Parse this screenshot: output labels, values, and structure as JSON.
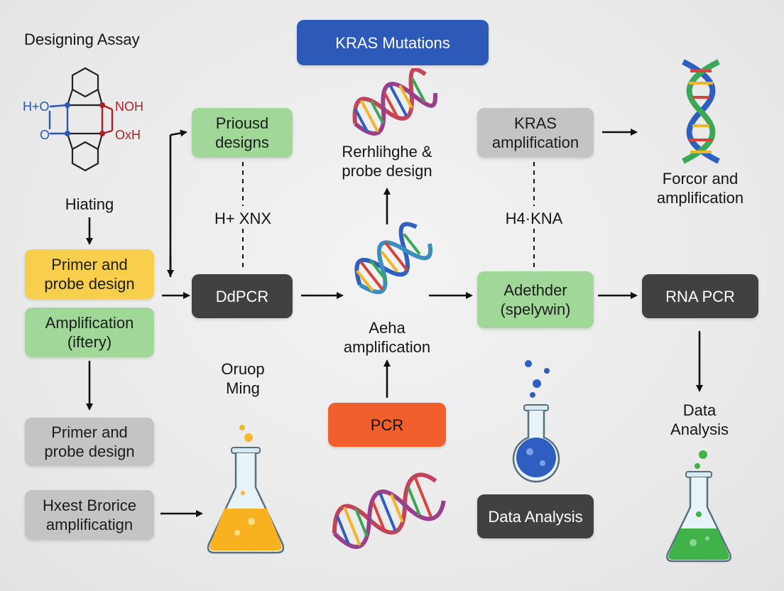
{
  "colors": {
    "green": "#9fd897",
    "yellow": "#f7cf4d",
    "grey": "#c4c4c4",
    "dark": "#414143",
    "blue": "#2d59b9",
    "orange": "#f1602c",
    "orange_liquid": "#f9b21f",
    "green_liquid": "#3fb249",
    "blue_liquid": "#2e5fc0"
  },
  "labels": {
    "title": "Designing Assay",
    "heating": "Hiating",
    "pre_design": "Rerhlihghe &\nprobe design",
    "hxnx": "H+ XNX",
    "h4kna": "H4·KNA",
    "forcor": "Forcor and\namplification",
    "aeha": "Aeha\namplification",
    "oruop": "Oruop\nMing",
    "data_right": "Data\nAnalysis"
  },
  "boxes": {
    "kras_mutations": "KRAS Mutations",
    "prious_designs": "Priousd\ndesigns",
    "kras_amplification": "KRAS\namplification",
    "primer_probe_1": "Primer and\nprobe design",
    "amplification_iftery": "Amplification\n(iftery)",
    "ddpcr": "DdPCR",
    "adethder": "Adethder\n(spelywin)",
    "rna_pcr": "RNA PCR",
    "primer_probe_2": "Primer and\nprobe design",
    "pcr": "PCR",
    "hxest": "Hxest Brorice\namplificatign",
    "data_analysis": "Data Analysis"
  },
  "molecule": {
    "h_o": "H+O",
    "o": "O",
    "noh": "NOH",
    "oxh": "OxH"
  },
  "icons": [
    "molecule-icon",
    "dna-helix-icon",
    "flask-icon"
  ]
}
